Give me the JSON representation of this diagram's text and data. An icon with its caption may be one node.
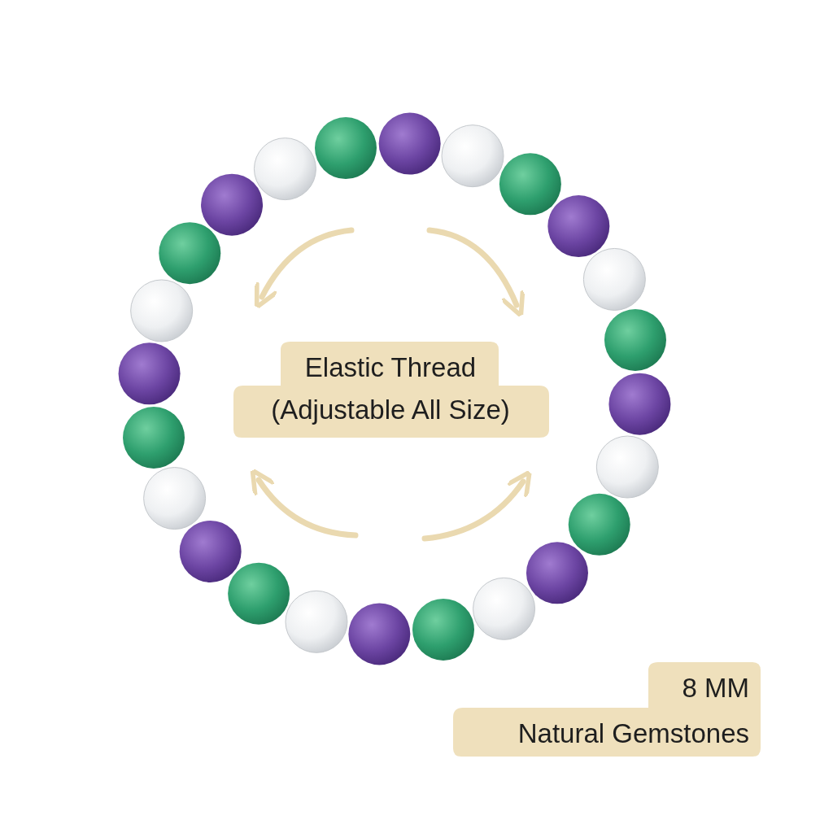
{
  "diagram": {
    "nodes": [
      {
        "text": [
          "Elastic Thread (Adjustable All Size)"
        ]
      },
      {
        "text": [
          "8 MM",
          "Natural Gemstones"
        ]
      }
    ]
  }
}
